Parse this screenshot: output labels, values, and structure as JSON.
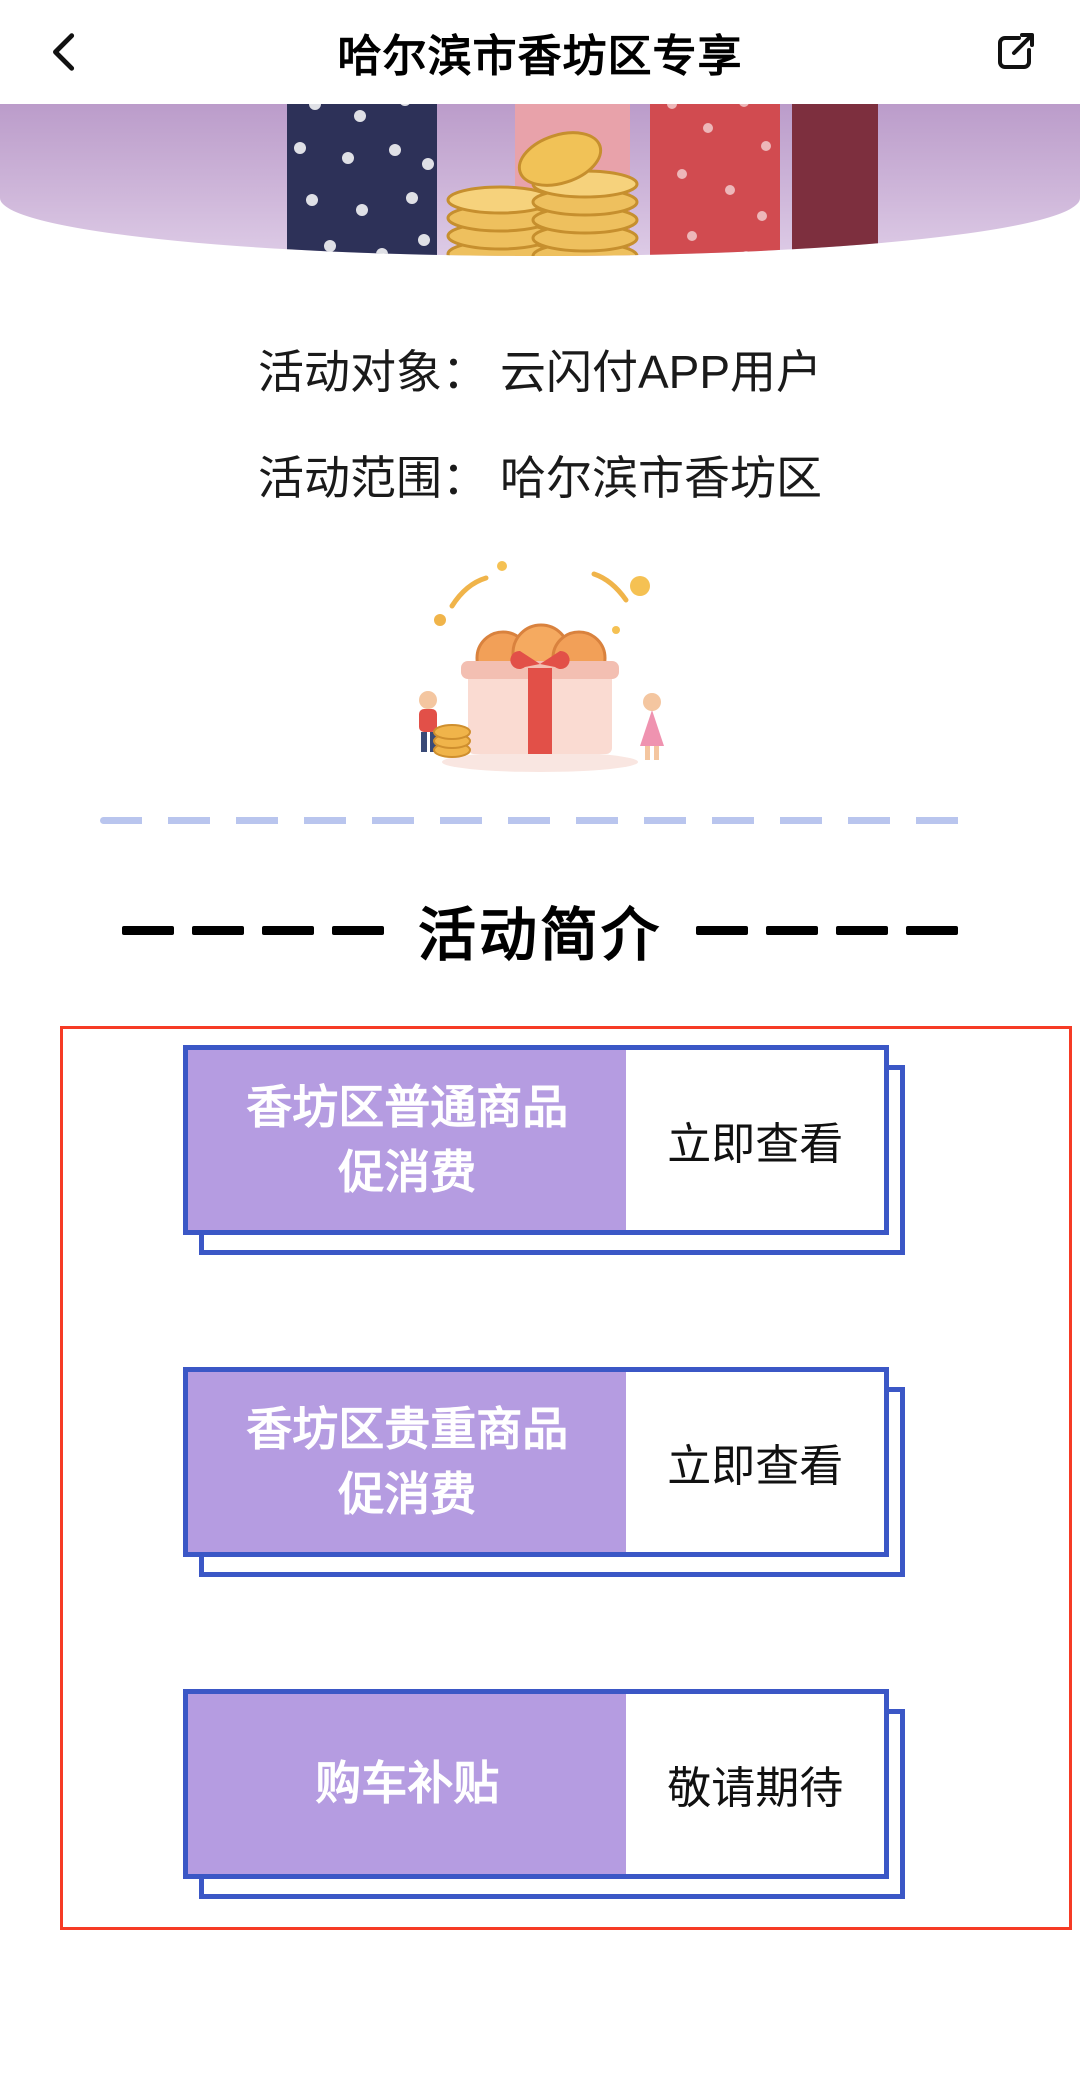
{
  "nav": {
    "title": "哈尔滨市香坊区专享"
  },
  "info": {
    "lines": [
      {
        "label": "活动对象：",
        "value": "云闪付APP用户"
      },
      {
        "label": "活动范围：",
        "value": "哈尔滨市香坊区"
      }
    ]
  },
  "section": {
    "title": "活动简介"
  },
  "cards": [
    {
      "title_line1": "香坊区普通商品",
      "title_line2": "促消费",
      "action": "立即查看"
    },
    {
      "title_line1": "香坊区贵重商品",
      "title_line2": "促消费",
      "action": "立即查看"
    },
    {
      "title_line1": "购车补贴",
      "title_line2": "",
      "action": "敬请期待"
    }
  ],
  "icons": {
    "back": "chevron-left",
    "share": "share-export",
    "banner": "gift-boxes-and-coins",
    "illustration": "open-gift-box-with-coins"
  },
  "colors": {
    "card_purple": "#b59ce1",
    "card_border_blue": "#3b57c6",
    "highlight_red": "#f63b25",
    "banner_purple": "#c7a9d3",
    "divider_blue": "#b9c5ee"
  }
}
